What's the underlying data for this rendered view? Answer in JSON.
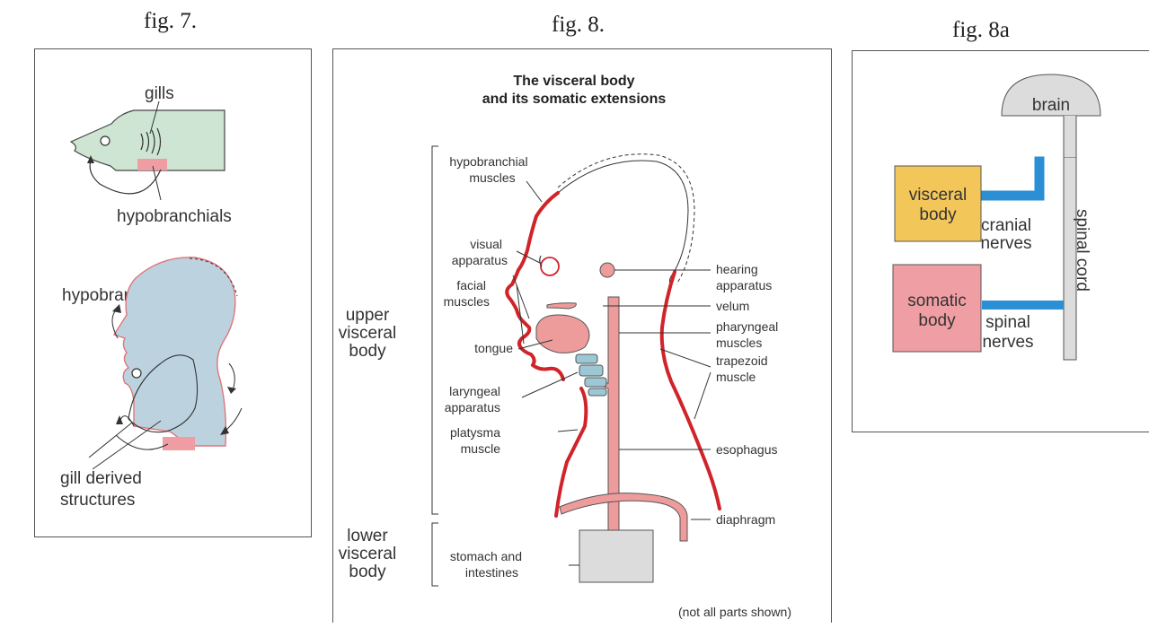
{
  "fig7": {
    "caption": "fig. 7.",
    "labels": {
      "gills": "gills",
      "hypobranchials_fish": "hypobranchials",
      "hypobranchials_head": "hypobranchials",
      "gill_derived_1": "gill derived",
      "gill_derived_2": "structures"
    }
  },
  "fig8": {
    "caption": "fig. 8.",
    "title_1": "The visceral body",
    "title_2": "and its somatic extensions",
    "labels": {
      "hypobranchial_1": "hypobranchial",
      "hypobranchial_2": "muscles",
      "visual_1": "visual",
      "visual_2": "apparatus",
      "facial_1": "facial",
      "facial_2": "muscles",
      "upper_1": "upper",
      "upper_2": "visceral",
      "upper_3": "body",
      "tongue": "tongue",
      "laryngeal_1": "laryngeal",
      "laryngeal_2": "apparatus",
      "platysma_1": "platysma",
      "platysma_2": "muscle",
      "lower_1": "lower",
      "lower_2": "visceral",
      "lower_3": "body",
      "stomach_1": "stomach and",
      "stomach_2": "intestines",
      "hearing_1": "hearing",
      "hearing_2": "apparatus",
      "velum": "velum",
      "pharyngeal_1": "pharyngeal",
      "pharyngeal_2": "muscles",
      "trapezoid_1": "trapezoid",
      "trapezoid_2": "muscle",
      "esophagus": "esophagus",
      "diaphragm": "diaphragm",
      "note": "(not all parts shown)"
    }
  },
  "fig8a": {
    "caption": "fig. 8a",
    "labels": {
      "brain": "brain",
      "visceral_1": "visceral",
      "visceral_2": "body",
      "cranial_1": "cranial",
      "cranial_2": "nerves",
      "somatic_1": "somatic",
      "somatic_2": "body",
      "spinal_1": "spinal",
      "spinal_2": "nerves",
      "spinal_cord": "spinal cord"
    }
  },
  "colors": {
    "fish_green": "#cde5d2",
    "head_blue": "#bcd3df",
    "pink": "#ef9da3",
    "muscle_red": "#d0242a",
    "esophagus_pink": "#ee9b9c",
    "larynx_blue": "#9cc8d6",
    "brain_gray": "#dcdcdc",
    "visceral_yellow": "#f3c65a",
    "somatic_pink": "#ef9ea3",
    "nerve_blue": "#2b8fd6"
  }
}
